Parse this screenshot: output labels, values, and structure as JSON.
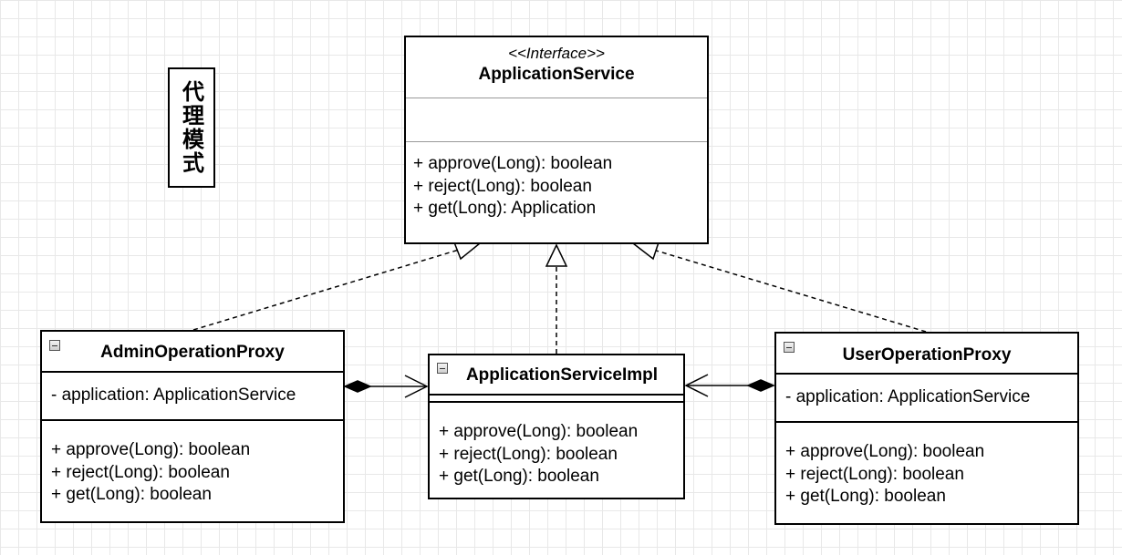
{
  "title": "代理模式",
  "interface": {
    "stereotype": "<<Interface>>",
    "name": "ApplicationService",
    "methods": [
      "+ approve(Long): boolean",
      "+ reject(Long): boolean",
      "+ get(Long): Application"
    ]
  },
  "admin_proxy": {
    "name": "AdminOperationProxy",
    "attributes": [
      "- application: ApplicationService"
    ],
    "methods": [
      "+ approve(Long): boolean",
      "+ reject(Long): boolean",
      "+ get(Long): boolean"
    ]
  },
  "impl": {
    "name": "ApplicationServiceImpl",
    "methods": [
      "+ approve(Long): boolean",
      "+ reject(Long): boolean",
      "+ get(Long): boolean"
    ]
  },
  "user_proxy": {
    "name": "UserOperationProxy",
    "attributes": [
      "- application: ApplicationService"
    ],
    "methods": [
      "+ approve(Long): boolean",
      "+ reject(Long): boolean",
      "+ get(Long): boolean"
    ]
  },
  "colors": {
    "line": "#000000",
    "grid": "#e8e8e8",
    "divider": "#999999"
  }
}
